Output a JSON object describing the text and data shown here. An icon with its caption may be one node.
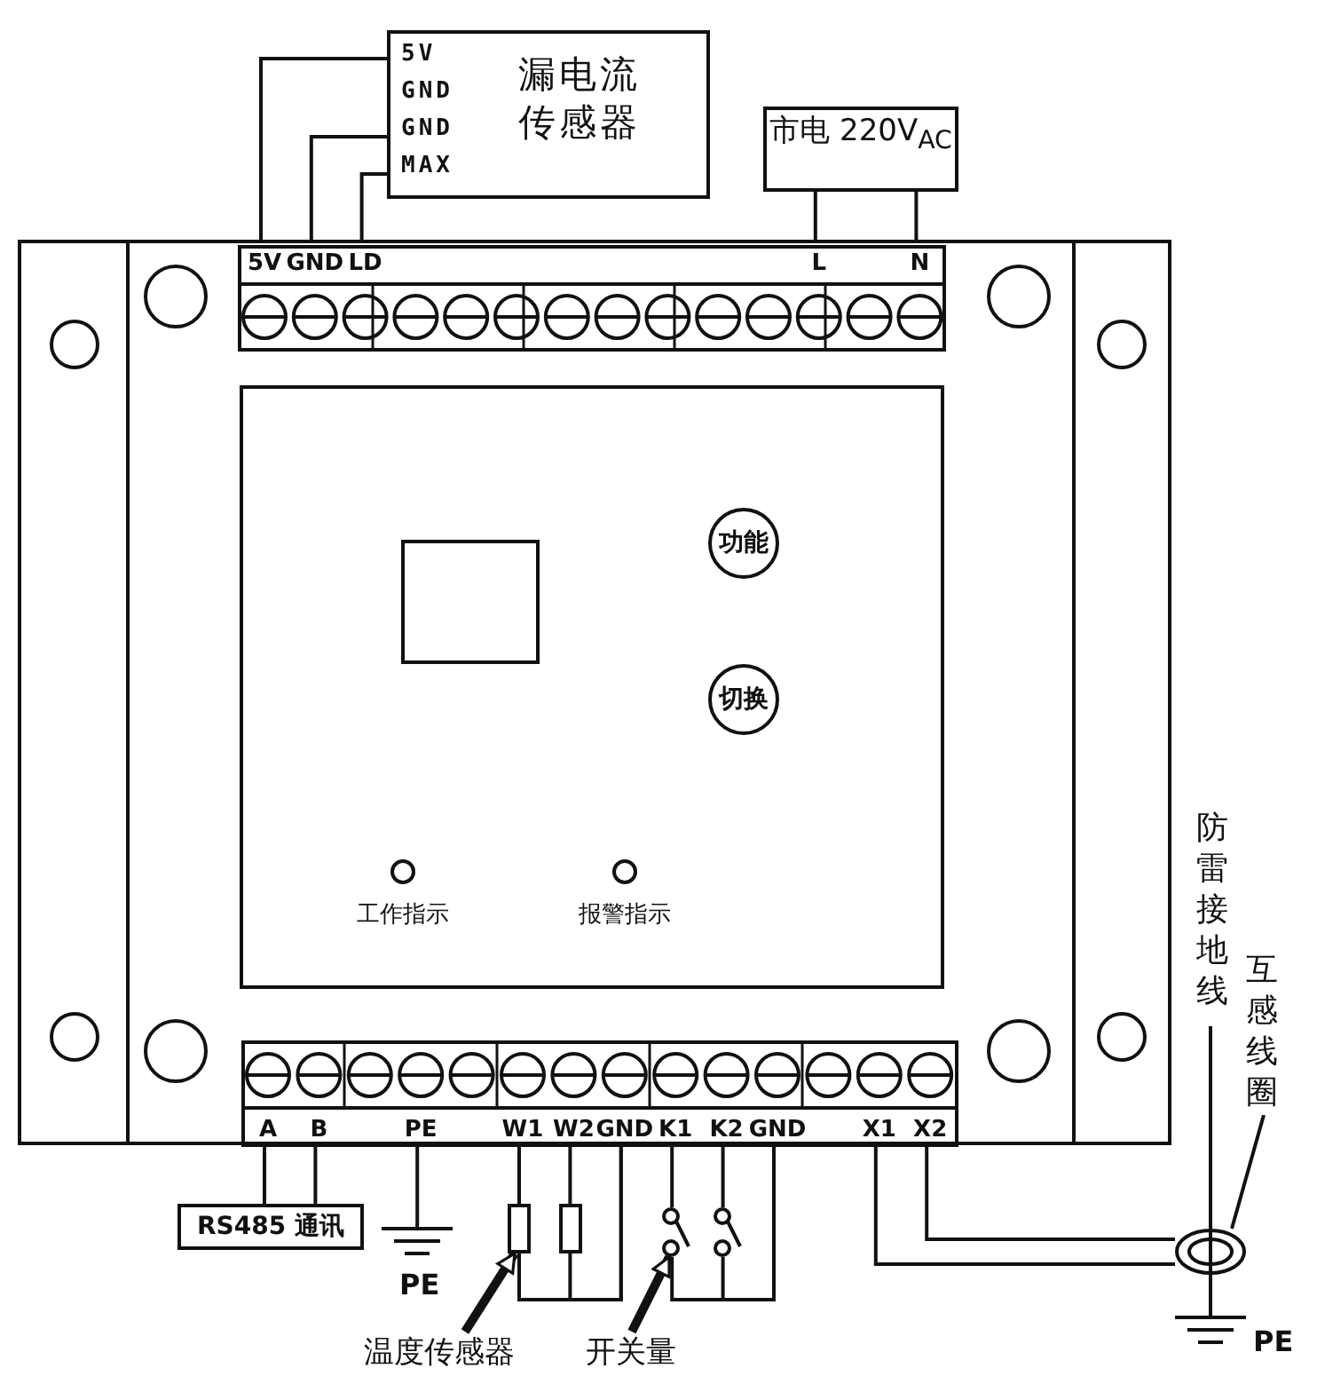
{
  "diagram": {
    "nodes": [
      {
        "text": [
          "5V",
          "GND",
          "GND",
          "MAX",
          "漏电流传感器"
        ]
      },
      {
        "text": [
          "市电 220V$_{AC}$"
        ]
      },
      {
        "text": [],
        "shape": "box"
      },
      {
        "text": [
          "5V"
        ],
        "in": 2
      },
      {
        "text": [
          "GND"
        ],
        "in": 2
      },
      {
        "text": [
          "LD"
        ],
        "in": 2
      },
      {
        "text": [
          "L"
        ],
        "in": 2
      },
      {
        "text": [
          "N"
        ],
        "in": 2
      },
      {
        "text": [],
        "shape": "box",
        "in": 2
      },
      {
        "text": [],
        "shape": "box",
        "in": 8
      },
      {
        "text": [
          "功能"
        ],
        "in": 8
      },
      {
        "text": [
          "切换"
        ],
        "in": 8
      },
      {
        "text": [],
        "shape": "circle",
        "beside": [
          "工作指示"
        ],
        "in": 8
      },
      {
        "text": [],
        "shape": "circle",
        "beside": [
          "报警指示"
        ],
        "in": 8
      },
      {
        "text": [
          "A"
        ],
        "in": 2
      },
      {
        "text": [
          "B"
        ],
        "in": 2
      },
      {
        "text": [
          "PE"
        ],
        "in": 2
      },
      {
        "text": [
          "W1"
        ],
        "in": 2
      },
      {
        "text": [
          "W2"
        ],
        "in": 2
      },
      {
        "text": [
          "GND"
        ],
        "in": 2
      },
      {
        "text": [
          "K1"
        ],
        "in": 2
      },
      {
        "text": [
          "K2"
        ],
        "in": 2
      },
      {
        "text": [
          "GND"
        ],
        "in": 2
      },
      {
        "text": [
          "X1"
        ],
        "in": 2
      },
      {
        "text": [
          "X2"
        ],
        "in": 2
      },
      {
        "text": [
          "RS485 通讯"
        ]
      },
      {
        "text": [],
        "shape": "ground",
        "beside": [
          "PE"
        ]
      },
      {
        "text": [],
        "shape": "box"
      },
      {
        "text": [],
        "shape": "box"
      },
      {
        "text": [],
        "shape": "switch"
      },
      {
        "text": [],
        "shape": "switch"
      },
      {
        "text": [
          "温度传感器"
        ]
      },
      {
        "text": [
          "开关量"
        ]
      },
      {
        "text": [],
        "shape": "circle"
      },
      {
        "text": [
          "防雷接地线"
        ]
      },
      {
        "text": [
          "互感线圈"
        ]
      },
      {
        "text": [],
        "shape": "ground",
        "beside": [
          "PE"
        ]
      }
    ],
    "edges": [
      {
        "from": 0,
        "to": 3,
        "arrow": "none"
      },
      {
        "from": 0,
        "to": 4,
        "arrow": "none"
      },
      {
        "from": 0,
        "to": 5,
        "arrow": "none"
      },
      {
        "from": 1,
        "to": 6,
        "arrow": "none"
      },
      {
        "from": 1,
        "to": 7,
        "arrow": "none"
      },
      {
        "from": 14,
        "to": 25,
        "arrow": "none"
      },
      {
        "from": 15,
        "to": 25,
        "arrow": "none"
      },
      {
        "from": 16,
        "to": 26,
        "arrow": "none"
      },
      {
        "from": 17,
        "to": 27,
        "arrow": "none"
      },
      {
        "from": 18,
        "to": 28,
        "arrow": "none"
      },
      {
        "from": 27,
        "to": 19,
        "arrow": "none"
      },
      {
        "from": 28,
        "to": 19,
        "arrow": "none"
      },
      {
        "from": 20,
        "to": 29,
        "arrow": "none"
      },
      {
        "from": 21,
        "to": 30,
        "arrow": "none"
      },
      {
        "from": 29,
        "to": 22,
        "arrow": "none"
      },
      {
        "from": 30,
        "to": 22,
        "arrow": "none"
      },
      {
        "from": 23,
        "to": 33,
        "arrow": "none"
      },
      {
        "from": 24,
        "to": 33,
        "arrow": "none"
      },
      {
        "from": 34,
        "to": 33,
        "arrow": "none"
      },
      {
        "from": 33,
        "to": 36,
        "arrow": "none"
      },
      {
        "from": 35,
        "to": 33,
        "arrow": "none"
      },
      {
        "from": 31,
        "to": 27,
        "arrow": "to",
        "style": "thick"
      },
      {
        "from": 32,
        "to": 29,
        "arrow": "to",
        "style": "thick"
      }
    ]
  }
}
